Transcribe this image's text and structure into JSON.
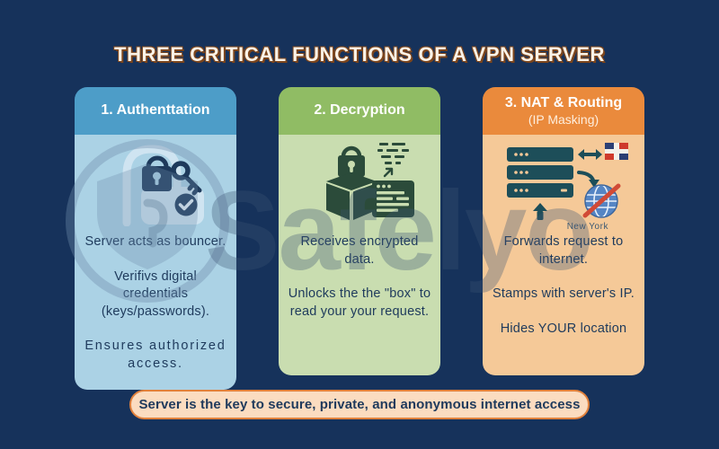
{
  "title": "THREE CRITICAL FUNCTIONS OF A VPN SERVER",
  "watermark": {
    "text": "Safelyo"
  },
  "colors": {
    "background": "#16325B",
    "card1_header": "#4D9DC8",
    "card1_body": "#ABD2E5",
    "card2_header": "#90BC64",
    "card2_body": "#C9DDB0",
    "card3_header": "#EA8A3C",
    "card3_body": "#F5C998",
    "banner_fill": "#FBDCC0",
    "banner_border": "#E1813C",
    "body_text": "#1E3A5C",
    "title_text": "#FAF3E8"
  },
  "cards": [
    {
      "title": "1. Authenttation",
      "icon": "lock-key-check-icon",
      "paragraphs": [
        "Server acts as bouncer.",
        "Verifivs digital credentials (keys/passwords).",
        "Ensures authorized access."
      ]
    },
    {
      "title": "2. Decryption",
      "icon": "locked-box-decrypt-icon",
      "paragraphs": [
        "Receives encrypted data.",
        "Unlocks the the \"box\" to read your your request."
      ]
    },
    {
      "title": "3. NAT & Routing",
      "subtitle": "(IP Masking)",
      "icon": "server-globe-flag-icon",
      "icon_label": "New York",
      "paragraphs": [
        "Forwards request to internet.",
        "Stamps with server's IP.",
        "Hides YOUR location"
      ]
    }
  ],
  "banner": {
    "text": "Server is the key to secure, private, and anonymous internet access"
  }
}
